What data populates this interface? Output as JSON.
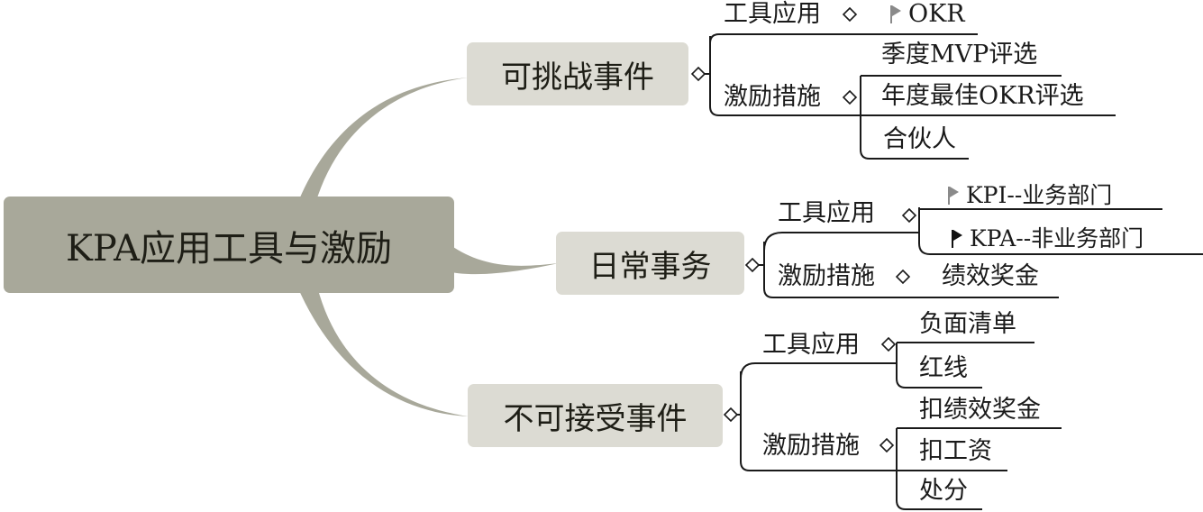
{
  "root": {
    "label": "KPA应用工具与激励"
  },
  "branches": [
    {
      "label": "可挑战事件",
      "groups": [
        {
          "label": "工具应用",
          "items": [
            {
              "label": "OKR",
              "flag": "gray-flag-icon"
            }
          ]
        },
        {
          "label": "激励措施",
          "items": [
            {
              "label": "季度MVP评选"
            },
            {
              "label": "年度最佳OKR评选"
            },
            {
              "label": "合伙人"
            }
          ]
        }
      ]
    },
    {
      "label": "日常事务",
      "groups": [
        {
          "label": "工具应用",
          "items": [
            {
              "label": "KPI--业务部门",
              "flag": "gray-flag-icon"
            },
            {
              "label": "KPA--非业务部门",
              "flag": "black-flag-icon"
            }
          ]
        },
        {
          "label": "激励措施",
          "items": [
            {
              "label": "绩效奖金"
            }
          ]
        }
      ]
    },
    {
      "label": "不可接受事件",
      "groups": [
        {
          "label": "工具应用",
          "items": [
            {
              "label": "负面清单"
            },
            {
              "label": "红线"
            }
          ]
        },
        {
          "label": "激励措施",
          "items": [
            {
              "label": "扣绩效奖金"
            },
            {
              "label": "扣工资"
            },
            {
              "label": "处分"
            }
          ]
        }
      ]
    }
  ],
  "colors": {
    "root_fill": "#a8a89a",
    "branch_fill": "#dcdbd3",
    "connector": "#a8a89a",
    "line": "#1a1a1a"
  }
}
